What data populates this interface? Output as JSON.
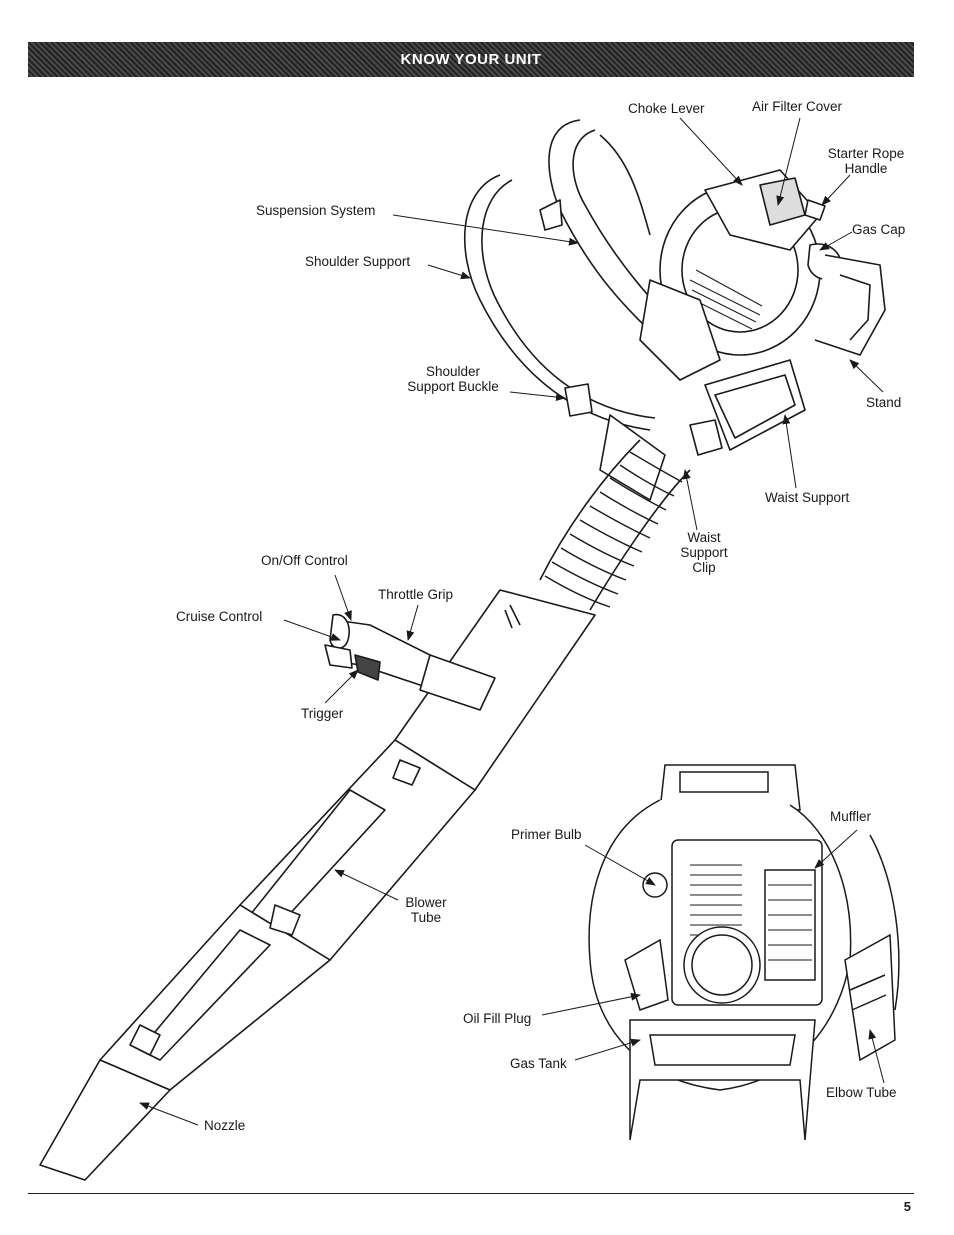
{
  "header": {
    "title": "KNOW YOUR UNIT"
  },
  "labels": {
    "choke_lever": "Choke Lever",
    "air_filter_cover": "Air Filter Cover",
    "starter_rope_handle_l1": "Starter Rope",
    "starter_rope_handle_l2": "Handle",
    "gas_cap": "Gas Cap",
    "suspension_system": "Suspension System",
    "shoulder_support": "Shoulder Support",
    "shoulder_support_buckle_l1": "Shoulder",
    "shoulder_support_buckle_l2": "Support Buckle",
    "stand": "Stand",
    "waist_support": "Waist Support",
    "waist_support_clip_l1": "Waist",
    "waist_support_clip_l2": "Support",
    "waist_support_clip_l3": "Clip",
    "on_off_control": "On/Off Control",
    "throttle_grip": "Throttle Grip",
    "cruise_control": "Cruise Control",
    "trigger": "Trigger",
    "muffler": "Muffler",
    "primer_bulb": "Primer Bulb",
    "blower_tube_l1": "Blower",
    "blower_tube_l2": "Tube",
    "oil_fill_plug": "Oil Fill Plug",
    "gas_tank": "Gas Tank",
    "elbow_tube": "Elbow Tube",
    "nozzle": "Nozzle"
  },
  "footer": {
    "page_number": "5"
  },
  "colors": {
    "ink": "#1a1a1a",
    "header_bg": "#333333",
    "header_text": "#ffffff"
  }
}
